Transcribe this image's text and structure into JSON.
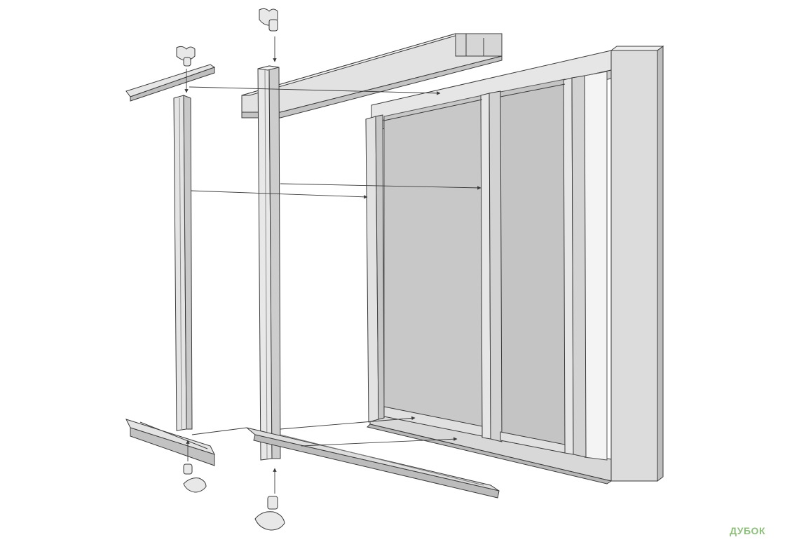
{
  "watermark": {
    "text": "ДУБОК",
    "tagline": "",
    "color": "#8dc07a"
  },
  "palette": {
    "stroke": "#3a3a3a",
    "profile_light": "#e4e4e4",
    "profile_mid": "#cfcfcf",
    "profile_dark": "#a9a9a9",
    "glass": "#c8c8c8",
    "frame": "#dcdcdc"
  },
  "components": [
    "top-rail",
    "door-frame",
    "door-glass-panel",
    "vertical-handle-profile",
    "vertical-profile-narrow",
    "upper-horizontal-profile",
    "lower-horizontal-profile",
    "bottom-rail",
    "top-roller",
    "bottom-roller",
    "assembly-arrow"
  ]
}
